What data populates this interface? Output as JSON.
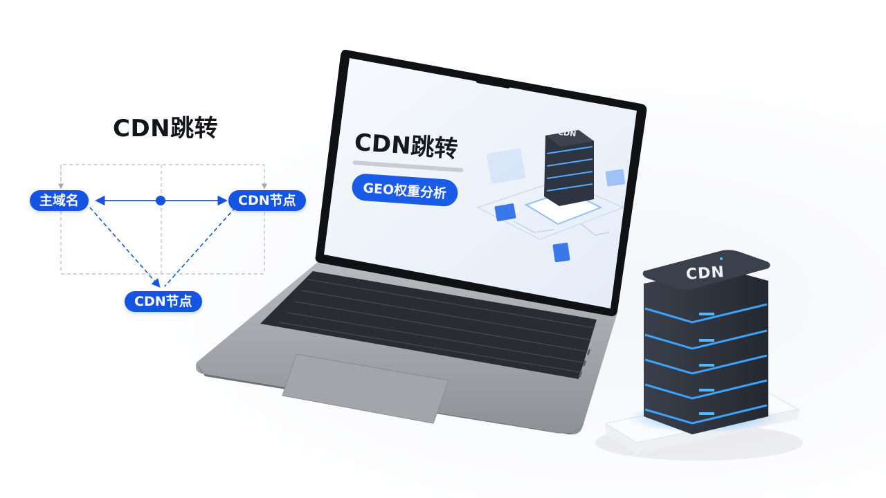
{
  "diagram": {
    "title": "CDN跳转",
    "nodes": {
      "main_domain": "主域名",
      "cdn_node_right": "CDN节点",
      "cdn_node_bottom": "CDN节点"
    }
  },
  "laptop_screen": {
    "title": "CDN跳转",
    "subtitle": "GEO权重分析",
    "box_label": "CDN"
  },
  "server": {
    "label": "CDN"
  },
  "colors": {
    "accent": "#1454e0",
    "glow": "#3aa0ff",
    "server_body": "#2f3540",
    "laptop_body": "#9ea0a6"
  }
}
